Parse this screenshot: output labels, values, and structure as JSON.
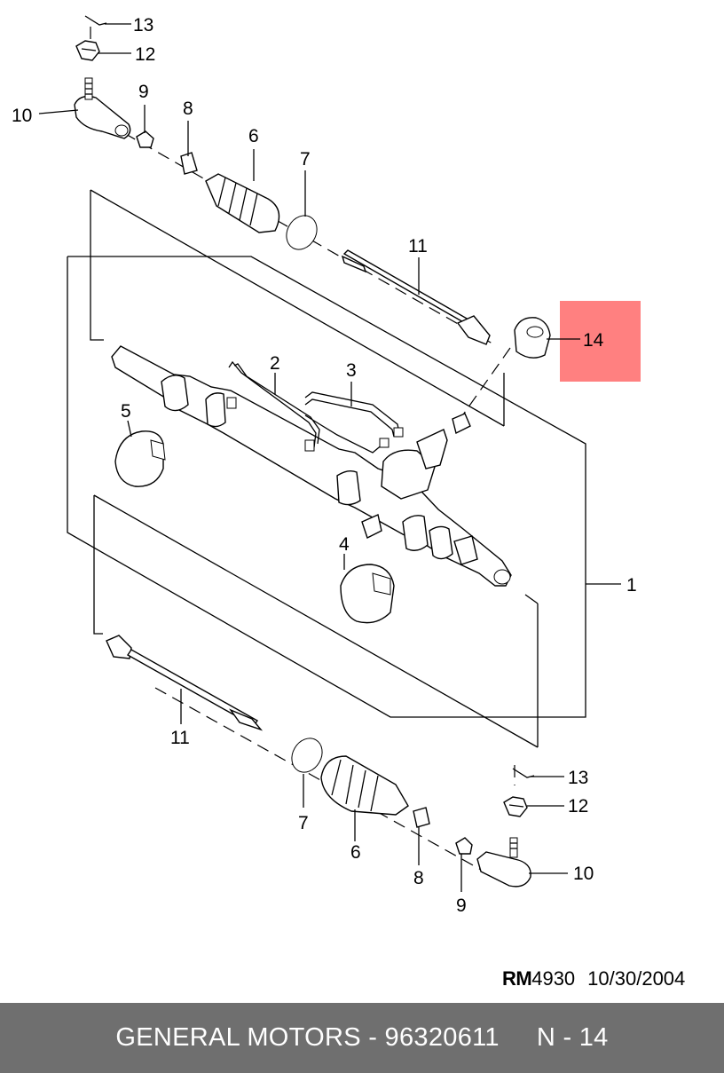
{
  "diagram": {
    "callouts": {
      "c1": "1",
      "c2": "2",
      "c3": "3",
      "c4": "4",
      "c5": "5",
      "c6_top": "6",
      "c6_bottom": "6",
      "c7_top": "7",
      "c7_bottom": "7",
      "c8_top": "8",
      "c8_bottom": "8",
      "c9_top": "9",
      "c9_bottom": "9",
      "c10_top": "10",
      "c10_bottom": "10",
      "c11_top": "11",
      "c11_bottom": "11",
      "c12_top": "12",
      "c12_bottom": "12",
      "c13_top": "13",
      "c13_bottom": "13",
      "c14": "14"
    },
    "highlight_color": "#ff8080"
  },
  "stamp": {
    "code_prefix": "RM",
    "code_number": "4930",
    "date": "10/30/2004"
  },
  "footer": {
    "left": "GENERAL MOTORS - 96320611",
    "right": "N - 14"
  }
}
